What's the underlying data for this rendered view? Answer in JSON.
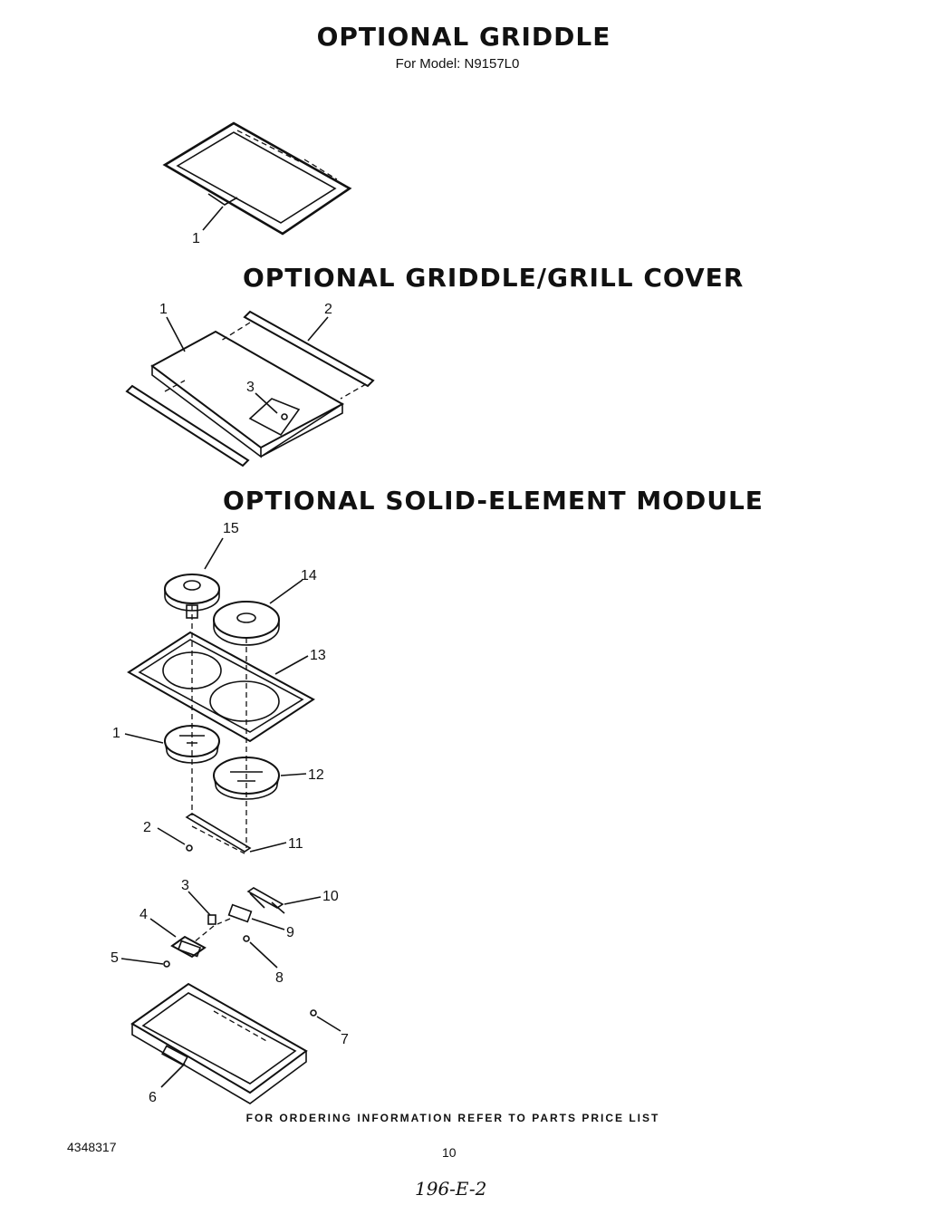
{
  "titles": {
    "griddle": "OPTIONAL GRIDDLE",
    "model": "For Model: N9157L0",
    "cover": "OPTIONAL GRIDDLE/GRILL COVER",
    "module": "OPTIONAL SOLID-ELEMENT MODULE"
  },
  "griddle_callouts": [
    "1"
  ],
  "cover_callouts": [
    "1",
    "2",
    "3"
  ],
  "module_callouts": [
    "15",
    "14",
    "13",
    "1",
    "12",
    "2",
    "11",
    "3",
    "10",
    "4",
    "9",
    "5",
    "8",
    "7",
    "6"
  ],
  "footer": {
    "note": "FOR ORDERING INFORMATION REFER TO PARTS PRICE LIST",
    "doc_number": "4348317",
    "page": "10",
    "handwritten": "196-E-2"
  }
}
